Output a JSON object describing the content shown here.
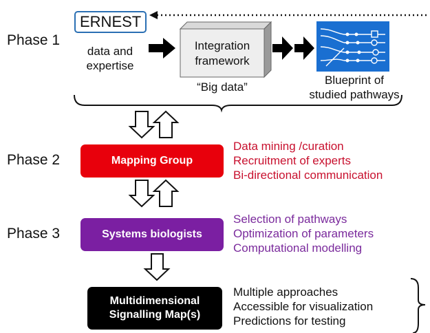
{
  "phase1": {
    "label": "Phase 1",
    "ernest": "ERNEST",
    "data_expertise": [
      "data and",
      "expertise"
    ],
    "integration": [
      "Integration",
      "framework"
    ],
    "big_data": "“Big data”",
    "blueprint": [
      "Blueprint of",
      "studied pathways"
    ]
  },
  "phase2": {
    "label": "Phase 2",
    "box": "Mapping Group",
    "items": [
      "Data mining /curation",
      "Recruitment of experts",
      "Bi-directional communication"
    ]
  },
  "phase3": {
    "label": "Phase 3",
    "box": "Systems biologists",
    "items": [
      "Selection of pathways",
      "Optimization of parameters",
      "Computational modelling"
    ]
  },
  "final": {
    "box": [
      "Multidimensional",
      "Signalling Map(s)"
    ],
    "items": [
      "Multiple approaches",
      "Accessible for visualization",
      "Predictions for testing"
    ]
  },
  "colors": {
    "red": "#e8000c",
    "purple": "#7b1fa2",
    "black": "#000000",
    "blue": "#1a6fd1",
    "ernest_border": "#2a6fb3"
  }
}
